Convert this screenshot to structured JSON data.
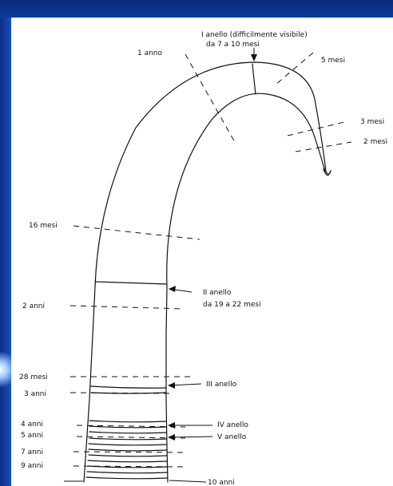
{
  "labels": {
    "ring1_line1": "I anello (difficilmente visibile)",
    "ring1_line2": "da 7 a 10 mesi",
    "one_year": "1 anno",
    "five_months": "5 mesi",
    "three_months": "3 mesi",
    "two_months": "2 mesi",
    "sixteen_months": "16 mesi",
    "ring2_line1": "II anello",
    "ring2_line2": "da 19 a 22 mesi",
    "two_years": "2 anni",
    "twenty_eight_months": "28 mesi",
    "ring3": "III anello",
    "three_years": "3 anni",
    "four_years": "4 anni",
    "ring4": "IV anello",
    "five_years": "5 anni",
    "ring5": "V anello",
    "seven_years": "7 anni",
    "nine_years": "9 anni",
    "ten_years": "10 anni"
  },
  "colors": {
    "ink": "#111111",
    "paper": "#ffffff",
    "frame": "#0c2f86"
  }
}
